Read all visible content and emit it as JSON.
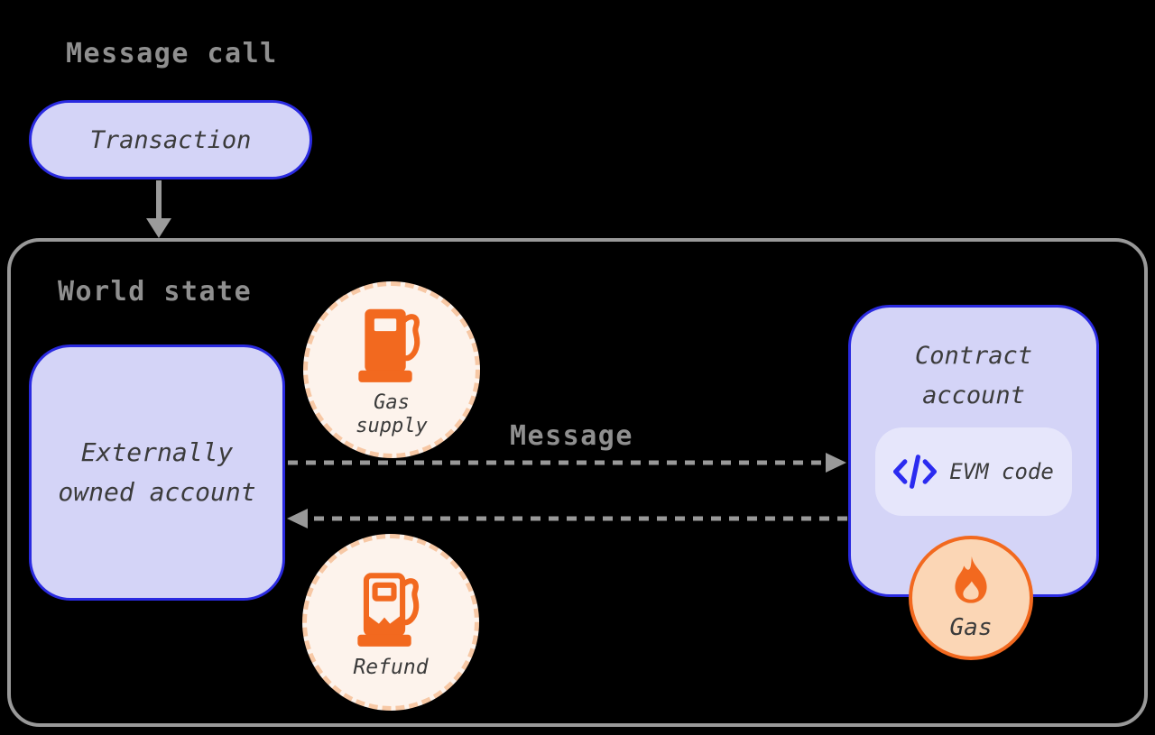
{
  "title": "Message call",
  "world_state": {
    "label": "World state"
  },
  "nodes": {
    "transaction": {
      "label": "Transaction"
    },
    "eoa": {
      "line1": "Externally",
      "line2": "owned account"
    },
    "contract": {
      "line1": "Contract",
      "line2": "account",
      "evm_chip": {
        "label": "EVM code",
        "icon": "code-icon"
      }
    }
  },
  "badges": {
    "gas_supply": {
      "line1": "Gas",
      "line2": "supply",
      "icon": "fuel-pump-icon"
    },
    "refund": {
      "label": "Refund",
      "icon": "fuel-pump-refund-icon"
    },
    "gas": {
      "label": "Gas",
      "icon": "flame-icon"
    }
  },
  "arrows": {
    "transaction_to_world_state": {
      "direction": "down",
      "style": "solid"
    },
    "message": {
      "label": "Message",
      "direction": "right",
      "style": "dashed"
    },
    "return": {
      "direction": "left",
      "style": "dashed"
    }
  },
  "colors": {
    "background": "#000000",
    "node_fill": "#d4d4f7",
    "node_border": "#2a2ae0",
    "chip_fill": "#e6e6fb",
    "accent_blue": "#2b2bf0",
    "accent_orange": "#f2691f",
    "badge_cream_fill": "#fdf3ec",
    "badge_dashed_border": "#f7c8a5",
    "gas_badge_fill": "#fbd6b5",
    "gray_text": "#8f8f8f",
    "gray_line": "#999999",
    "dark_text": "#3b3b3b"
  }
}
